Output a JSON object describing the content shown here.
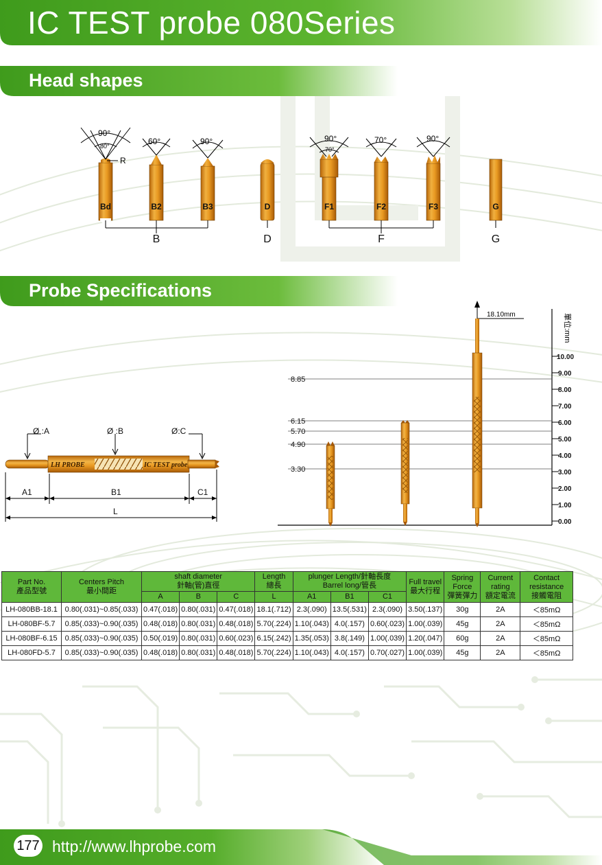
{
  "page": {
    "title": "IC TEST probe 080Series",
    "url": "http://www.lhprobe.com",
    "page_number": "177"
  },
  "sections": {
    "head_shapes": "Head shapes",
    "probe_specs": "Probe Specifications"
  },
  "head_shapes": {
    "angles": [
      "90°",
      "80°",
      "R",
      "60°",
      "90°",
      "90°",
      "70°",
      "70°",
      "90°"
    ],
    "probes": [
      "Bd",
      "B2",
      "B3",
      "D",
      "F1",
      "F2",
      "F3",
      "G"
    ],
    "groups": [
      "B",
      "D",
      "F",
      "G"
    ]
  },
  "probe_diagram": {
    "labels": [
      "Ø :A",
      "Ø :B",
      "Ø:C",
      "A1",
      "B1",
      "C1",
      "L"
    ],
    "brand_left": "LH PROBE",
    "brand_right": "IC TEST probe"
  },
  "scale_chart": {
    "unit": "單位:mm",
    "top_label": "18.10mm",
    "ticks": [
      "10.00",
      "9.00",
      "8.00",
      "7.00",
      "6.00",
      "5.00",
      "4.00",
      "3.00",
      "2.00",
      "1.00",
      "0.00"
    ],
    "marks": [
      "8.85",
      "6.15",
      "5.70",
      "4.90",
      "3.30"
    ]
  },
  "table": {
    "headers": {
      "part_no": "Part No.",
      "part_no_cn": "產品型號",
      "centers_pitch": "Centers Pitch",
      "centers_pitch_cn": "最小間距",
      "shaft_diameter": "shaft diameter",
      "shaft_diameter_cn": "針軸(管)直徑",
      "length": "Length",
      "length_cn": "總長",
      "plunger": "plunger Length/針軸長度",
      "barrel": "Barrel long/管長",
      "full_travel": "Full travel",
      "full_travel_cn": "最大行程",
      "spring_force": "Spring Force",
      "spring_force_cn": "彈簧彈力",
      "current_rating": "Current rating",
      "current_rating_cn": "額定電流",
      "contact_resistance": "Contact resistance",
      "contact_resistance_cn": "接觸電阻",
      "A": "A",
      "B": "B",
      "C": "C",
      "L": "L",
      "A1": "A1",
      "B1": "B1",
      "C1": "C1"
    },
    "rows": [
      [
        "LH-080BB-18.1",
        "0.80(.031)~0.85(.033)",
        "0.47(.018)",
        "0.80(.031)",
        "0.47(.018)",
        "18.1(.712)",
        "2.3(.090)",
        "13.5(.531)",
        "2.3(.090)",
        "3.50(.137)",
        "30g",
        "2A",
        "＜85mΩ"
      ],
      [
        "LH-080BF-5.7",
        "0.85(.033)~0.90(.035)",
        "0.48(.018)",
        "0.80(.031)",
        "0.48(.018)",
        "5.70(.224)",
        "1.10(.043)",
        "4.0(.157)",
        "0.60(.023)",
        "1.00(.039)",
        "45g",
        "2A",
        "＜85mΩ"
      ],
      [
        "LH-080BF-6.15",
        "0.85(.033)~0.90(.035)",
        "0.50(.019)",
        "0.80(.031)",
        "0.60(.023)",
        "6.15(.242)",
        "1.35(.053)",
        "3.8(.149)",
        "1.00(.039)",
        "1.20(.047)",
        "60g",
        "2A",
        "＜85mΩ"
      ],
      [
        "LH-080FD-5.7",
        "0.85(.033)~0.90(.035)",
        "0.48(.018)",
        "0.80(.031)",
        "0.48(.018)",
        "5.70(.224)",
        "1.10(.043)",
        "4.0(.157)",
        "0.70(.027)",
        "1.00(.039)",
        "45g",
        "2A",
        "＜85mΩ"
      ]
    ]
  },
  "colors": {
    "brand_green": "#4aa524",
    "header_green": "#5fb83a",
    "probe_gold": "#d98c1a"
  }
}
